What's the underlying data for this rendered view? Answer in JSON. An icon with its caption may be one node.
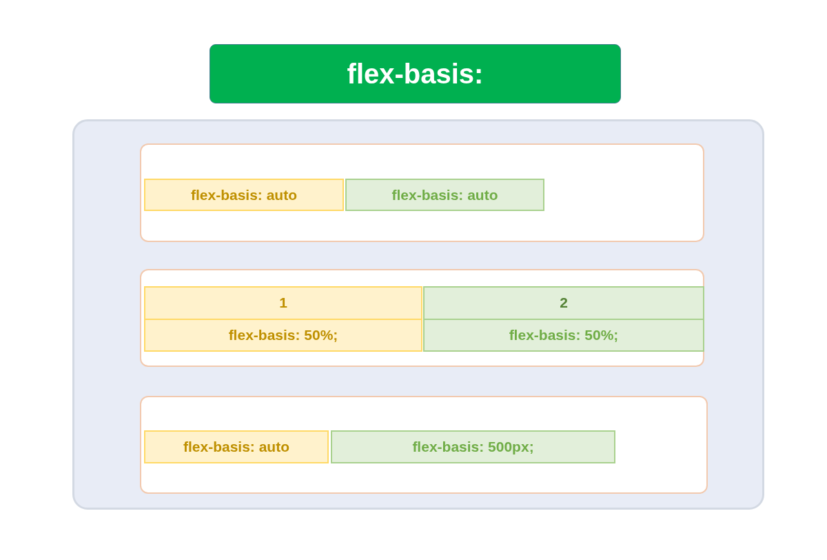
{
  "diagram": {
    "nodes": [
      {
        "text": [
          "flex-basis:"
        ]
      },
      {
        "text": [],
        "shape": "box"
      },
      {
        "text": [],
        "shape": "box",
        "in": 1
      },
      {
        "text": [
          "flex-basis: auto"
        ],
        "in": 2
      },
      {
        "text": [
          "flex-basis: auto"
        ],
        "in": 2
      },
      {
        "text": [],
        "shape": "box",
        "in": 1
      },
      {
        "text": [
          "1",
          "flex-basis: 50%;"
        ],
        "in": 5
      },
      {
        "text": [
          "2",
          "flex-basis: 50%;"
        ],
        "in": 5
      },
      {
        "text": [],
        "shape": "box",
        "in": 1
      },
      {
        "text": [
          "flex-basis: auto"
        ],
        "in": 8
      },
      {
        "text": [
          "flex-basis: 500px;"
        ],
        "in": 8
      }
    ]
  }
}
